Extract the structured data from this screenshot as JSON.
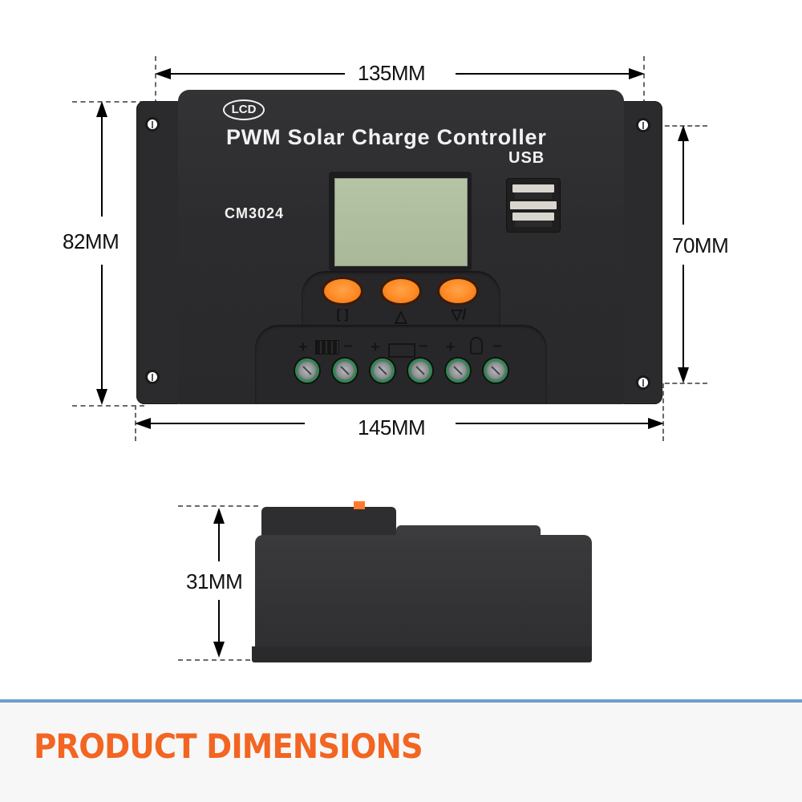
{
  "product": {
    "logo_badge": "LCD",
    "title": "PWM Solar Charge Controller",
    "usb_label": "USB",
    "model": "CM3024"
  },
  "dimensions": {
    "top_width": "135MM",
    "bottom_width": "145MM",
    "left_height": "82MM",
    "right_height": "70MM",
    "side_depth": "31MM"
  },
  "panel": {
    "buttons": [
      {
        "name": "menu-button",
        "icon": "menu-bracket-icon",
        "glyph": "[ ]"
      },
      {
        "name": "warning-button",
        "icon": "warning-triangle-icon",
        "glyph": "△"
      },
      {
        "name": "load-button",
        "icon": "load-lamp-icon",
        "glyph": "▽/"
      }
    ],
    "terminal_groups": [
      {
        "name": "solar-panel",
        "icon": "solar-panel-icon",
        "plus": "+",
        "minus": "−"
      },
      {
        "name": "battery",
        "icon": "battery-icon",
        "plus": "+",
        "minus": "−"
      },
      {
        "name": "load",
        "icon": "lamp-icon",
        "plus": "+",
        "minus": "−"
      }
    ]
  },
  "footer": {
    "heading": "PRODUCT DIMENSIONS",
    "accent_color": "#f26522",
    "bar_color": "#6e9ecb"
  }
}
